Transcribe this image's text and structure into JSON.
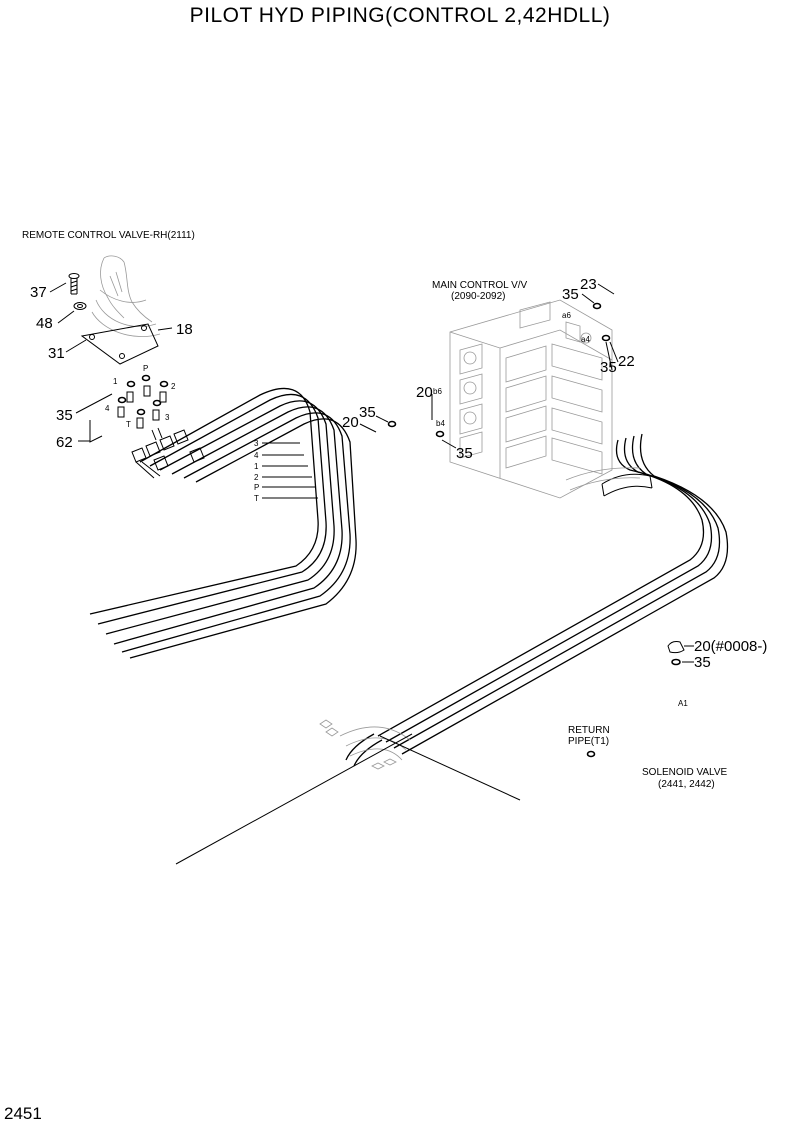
{
  "title": "PILOT HYD PIPING(CONTROL 2,42HDLL)",
  "page_number": "2451",
  "labels": {
    "remote_valve": "REMOTE CONTROL VALVE-RH(2111)",
    "main_valve_1": "MAIN CONTROL V/V",
    "main_valve_2": "(2090-2092)",
    "return_1": "RETURN",
    "return_2": "PIPE(T1)",
    "solenoid_1": "SOLENOID VALVE",
    "solenoid_2": "(2441, 2442)"
  },
  "callouts": {
    "c37": "37",
    "c48": "48",
    "c31": "31",
    "c18": "18",
    "c35_left": "35",
    "c62": "62",
    "c23": "23",
    "c35_top": "35",
    "c22": "22",
    "c35_right": "35",
    "c20_b6": "20",
    "c35_b4": "35",
    "c35_mid": "35",
    "c20_mid": "20",
    "c20_sol": "20(#0008-)",
    "c35_sol": "35"
  },
  "ports": {
    "p_P": "P",
    "p_1": "1",
    "p_2": "2",
    "p_3": "3",
    "p_4": "4",
    "p_T": "T",
    "a6": "a6",
    "a4": "a4",
    "b6": "b6",
    "b4": "b4",
    "A1": "A1"
  },
  "hose_tags": [
    "3",
    "4",
    "1",
    "2",
    "P",
    "T"
  ]
}
